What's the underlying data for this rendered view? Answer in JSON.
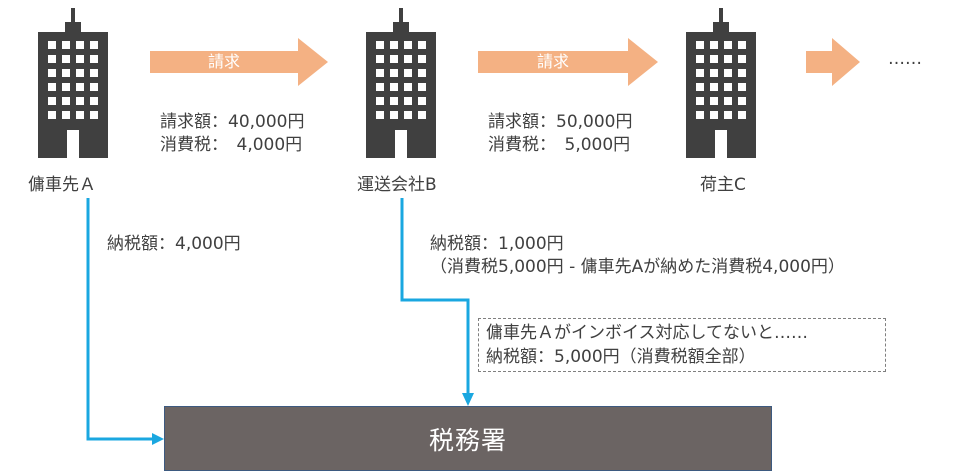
{
  "nodes": {
    "a": {
      "label": "傭車先Ａ"
    },
    "b": {
      "label": "運送会社B"
    },
    "c": {
      "label": "荷主C"
    }
  },
  "flows": {
    "ab": {
      "label": "請求",
      "amount_line": "請求額：40,000円",
      "tax_line": "消費税：　4,000円"
    },
    "bc": {
      "label": "請求",
      "amount_line": "請求額：50,000円",
      "tax_line": "消費税：　5,000円"
    },
    "ellipsis": "……"
  },
  "payments": {
    "a": {
      "line1": "納税額：4,000円"
    },
    "b": {
      "line1": "納税額：1,000円",
      "line2": "（消費税5,000円 - 傭車先Aが納めた消費税4,000円）"
    }
  },
  "note": {
    "line1": "傭車先Ａがインボイス対応してないと……",
    "line2": "納税額：5,000円（消費税額全部）"
  },
  "tax_office": {
    "label": "税務署"
  },
  "colors": {
    "building": "#404040",
    "window": "#ffffff",
    "flow_arrow": "#f4b183",
    "payment_line": "#1aa7e0",
    "tax_office_bg": "#6b6463"
  }
}
